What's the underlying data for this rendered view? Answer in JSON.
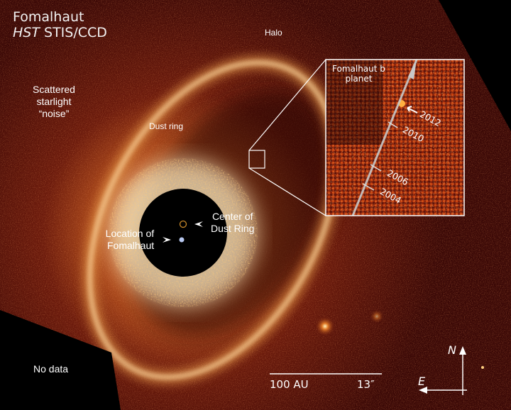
{
  "title": {
    "line1": "Fomalhaut",
    "line2_italic": "HST",
    "line2_rest": " STIS/CCD"
  },
  "labels": {
    "halo": "Halo",
    "scattered_line1": "Scattered",
    "scattered_line2": "starlight",
    "scattered_line3": "“noise”",
    "dust_ring": "Dust ring",
    "center_line1": "Center of",
    "center_line2": "Dust Ring",
    "location_line1": "Location of",
    "location_line2": "Fomalhaut",
    "no_data": "No data"
  },
  "inset": {
    "title_line1": "Fomalhaut b",
    "title_line2": "planet",
    "years": [
      "2012",
      "2010",
      "2006",
      "2004"
    ]
  },
  "scale_bar": {
    "distance": "100 AU",
    "angle": "13″"
  },
  "compass": {
    "north": "N",
    "east": "E"
  },
  "colors": {
    "background": "#3a0806",
    "dust_ring": "#f6c88a",
    "ring_center_marker": "#c98a2a",
    "star_marker": "#b8c8f0",
    "annotation": "#ffffff"
  }
}
